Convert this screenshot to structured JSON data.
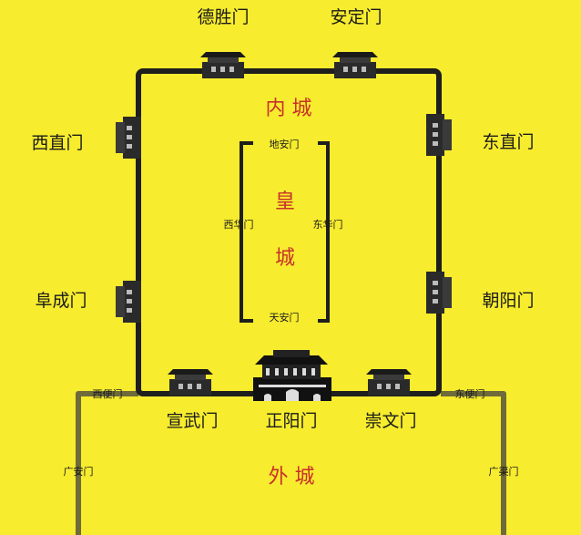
{
  "colors": {
    "background": "#f7ec2e",
    "wall": "#1e1e1e",
    "outer_wall": "#6e6a3a",
    "region_text": "#c8302a"
  },
  "inner_city": {
    "label": "内 城"
  },
  "outer_city": {
    "label": "外 城"
  },
  "imperial_city": {
    "label_top": "皇",
    "label_bottom": "城",
    "gates": {
      "north": "地安门",
      "south": "天安门",
      "west": "西华门",
      "east": "东华门"
    }
  },
  "inner_gates": {
    "desheng": "德胜门",
    "anding": "安定门",
    "xizhi": "西直门",
    "dongzhi": "东直门",
    "fucheng": "阜成门",
    "chaoyang": "朝阳门",
    "xuanwu": "宣武门",
    "zhengyang": "正阳门",
    "chongwen": "崇文门"
  },
  "outer_gates": {
    "xibian": "西便门",
    "dongbian": "东便门",
    "guanganmen": "广安门",
    "guangqu": "广渠门"
  }
}
